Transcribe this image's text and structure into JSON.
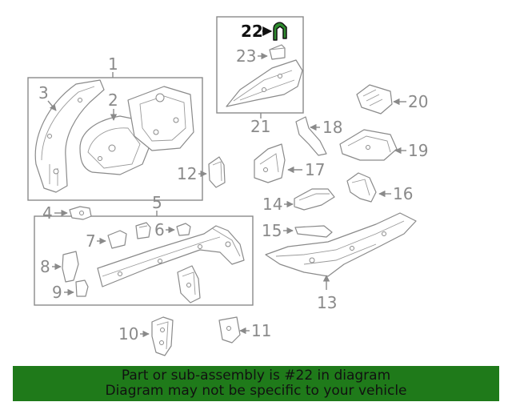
{
  "colors": {
    "banner_bg": "#1f7a1a",
    "highlight_part": "#2e8b2e",
    "line_gray": "#8a8a8a"
  },
  "labels": {
    "l1": "1",
    "l2": "2",
    "l3": "3",
    "l4": "4",
    "l5": "5",
    "l6": "6",
    "l7": "7",
    "l8": "8",
    "l9": "9",
    "l10": "10",
    "l11": "11",
    "l12": "12",
    "l13": "13",
    "l14": "14",
    "l15": "15",
    "l16": "16",
    "l17": "17",
    "l18": "18",
    "l19": "19",
    "l20": "20",
    "l21": "21",
    "l22": "22",
    "l23": "23"
  },
  "highlighted_part": "22",
  "banner": {
    "line1": "Part or sub-assembly is #22 in diagram",
    "line2": "Diagram may not be specific to your vehicle"
  }
}
